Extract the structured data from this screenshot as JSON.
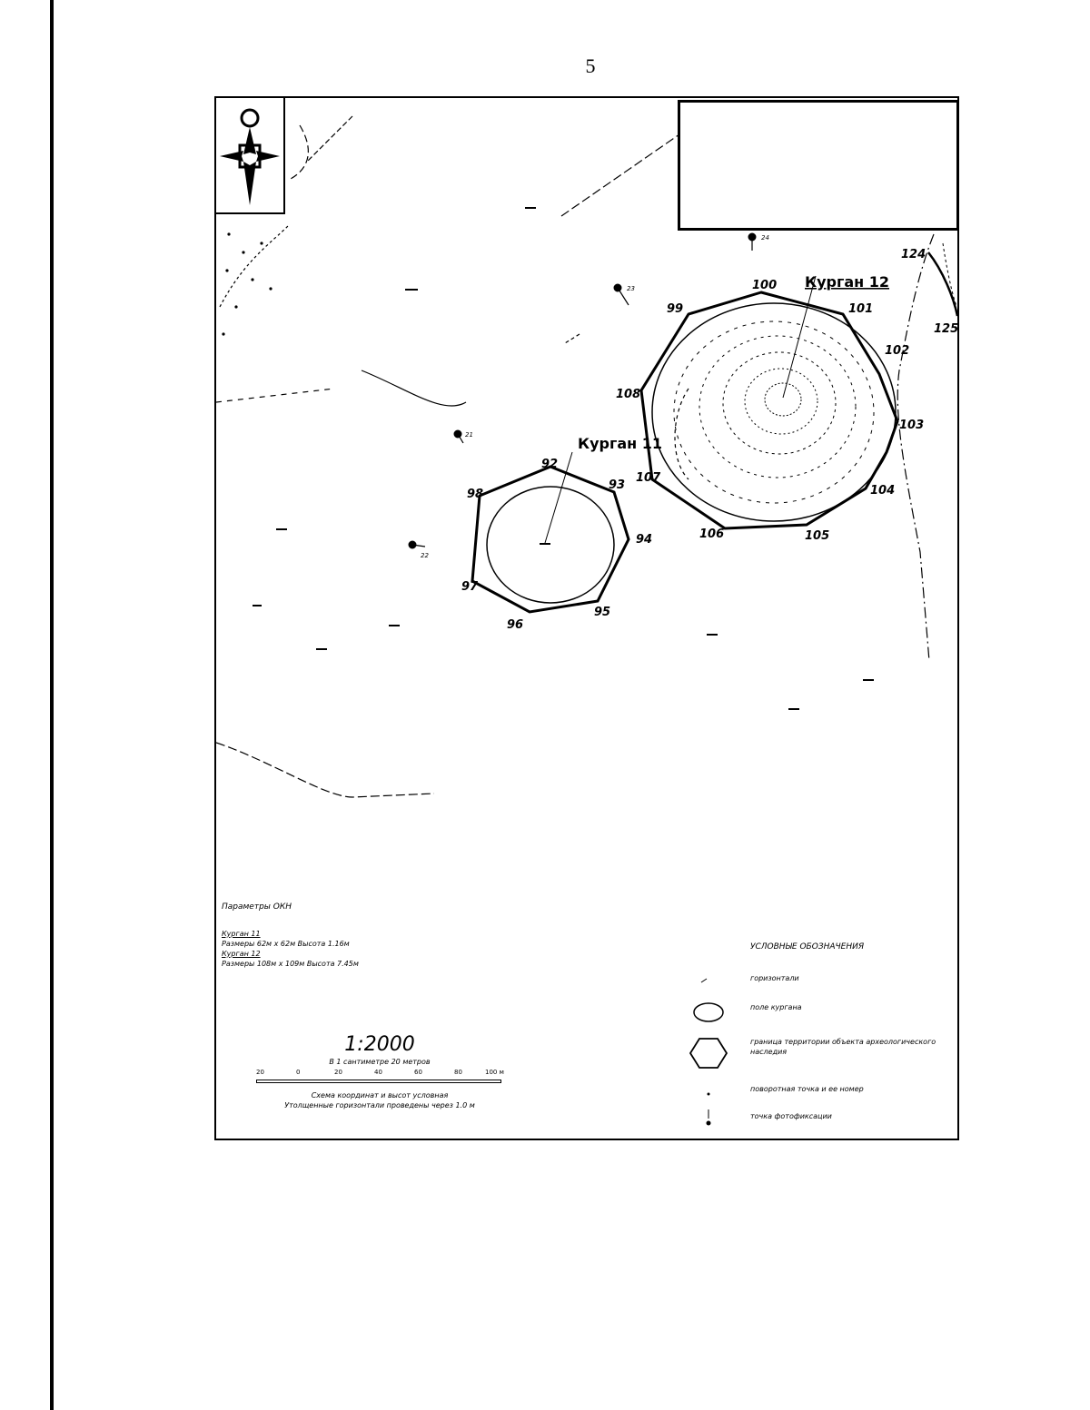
{
  "page": {
    "number": "5"
  },
  "map": {
    "kurgan11": {
      "label": "Курган 11",
      "points": [
        "92",
        "93",
        "94",
        "95",
        "96",
        "97",
        "98"
      ]
    },
    "kurgan12": {
      "label": "Курган 12",
      "points": [
        "99",
        "100",
        "101",
        "102",
        "103",
        "104",
        "105",
        "106",
        "107",
        "108"
      ]
    },
    "other_points": [
      "124",
      "125"
    ],
    "photo_points": [
      "21",
      "22",
      "23",
      "24"
    ],
    "compass": "compass-rose-icon"
  },
  "parameters": {
    "title": "Параметры ОКН",
    "k11_title": "Курган 11",
    "k11_text": "Размеры 62м х 62м Высота 1.16м",
    "k12_title": "Курган 12",
    "k12_text": "Размеры 108м х 109м Высота 7.45м"
  },
  "scale": {
    "ratio": "1:2000",
    "description": "В 1 сантиметре 20 метров",
    "ticks": [
      "20",
      "0",
      "20",
      "40",
      "60",
      "80",
      "100 м"
    ],
    "note1": "Схема координат и высот условная",
    "note2": "Утолщенные горизонтали проведены через 1.0 м"
  },
  "legend": {
    "title": "УСЛОВНЫЕ ОБОЗНАЧЕНИЯ",
    "items": [
      {
        "label": "горизонтали",
        "icon": "contour-line-icon"
      },
      {
        "label": "поле кургана",
        "icon": "ellipse-icon"
      },
      {
        "label": "граница территории объекта археологического наследия",
        "icon": "hexagon-icon"
      },
      {
        "label": "поворотная точка и ее номер",
        "icon": "turning-point-icon"
      },
      {
        "label": "точка фотофиксации",
        "icon": "photo-point-icon"
      }
    ]
  }
}
